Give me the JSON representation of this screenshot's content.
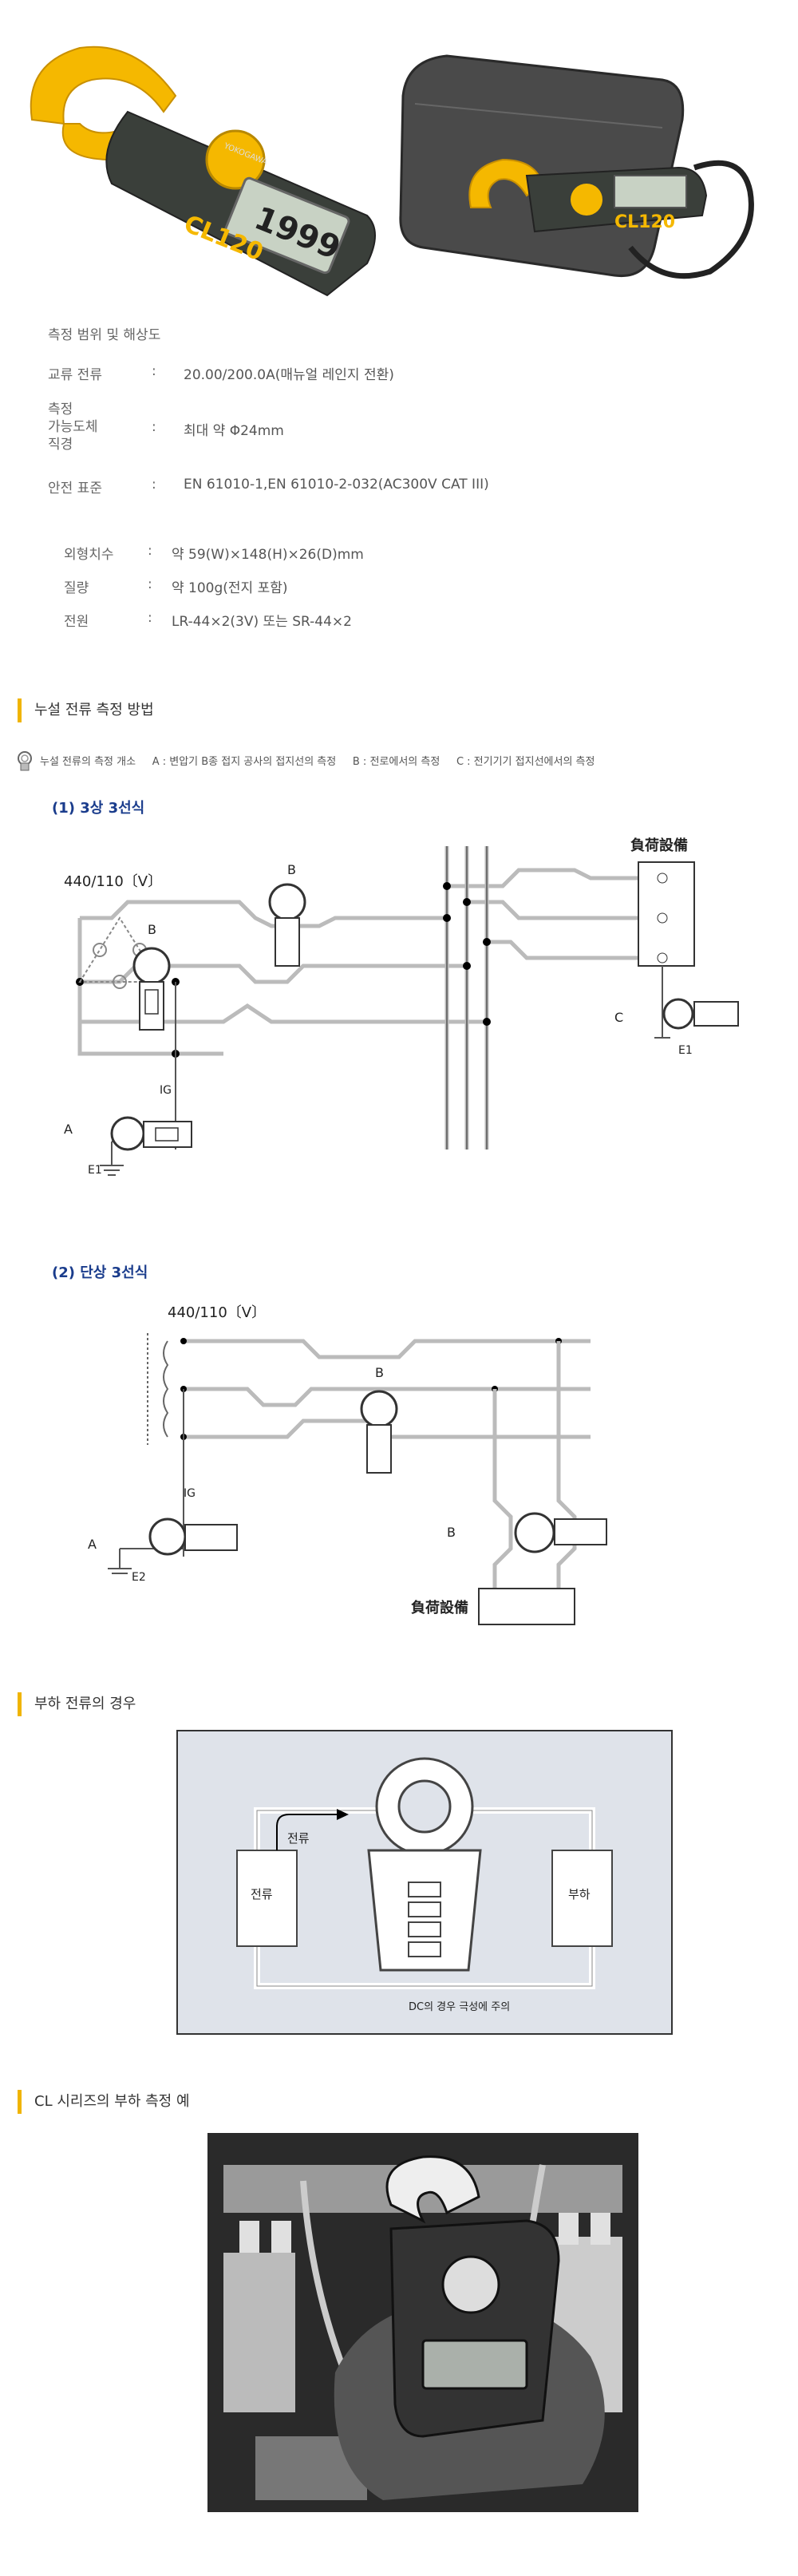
{
  "product": {
    "model": "CL120",
    "brand": "YOKOGAWA",
    "display": "1999"
  },
  "spec_title": "측정 범위 및 해상도",
  "specs": [
    {
      "label": "교류 전류",
      "value": "20.00/200.0A(매뉴얼 레인지 전환)"
    },
    {
      "label": "측정\n가능도체\n직경",
      "value": "최대 약 Φ24mm"
    },
    {
      "label": "안전 표준",
      "value": "EN 61010-1,EN 61010-2-032(AC300V CAT III)"
    }
  ],
  "specs2": [
    {
      "label": "외형치수",
      "value": "약 59(W)×148(H)×26(D)mm"
    },
    {
      "label": "질량",
      "value": "약 100g(전지 포함)"
    },
    {
      "label": "전원",
      "value": "LR-44×2(3V) 또는 SR-44×2"
    }
  ],
  "colon": ":",
  "section1": {
    "title": "누설 전류 측정 방법",
    "legend": "누설 전류의 측정 개소     A : 변압기 B종 접지 공사의 접지선의 측정     B : 전로에서의 측정     C : 전기기기 접지선에서의 측정"
  },
  "diagram1": {
    "title": "(1) 3상 3선식",
    "voltage": "440/110〔V〕",
    "load": "負荷設備",
    "ig": "IG",
    "e1": "E1",
    "e1b": "E1",
    "labels": {
      "a": "A",
      "b1": "B",
      "b2": "B",
      "c": "C"
    }
  },
  "diagram2": {
    "title": "(2) 단상 3선식",
    "voltage": "440/110〔V〕",
    "load": "負荷設備",
    "ig": "IG",
    "e2": "E2",
    "labels": {
      "a": "A",
      "b1": "B",
      "b2": "B"
    }
  },
  "section2": {
    "title": "부하 전류의 경우",
    "current_arrow": "전류",
    "left_box": "전류",
    "right_box": "부하",
    "note": "DC의 경우 극성에 주의"
  },
  "section3": {
    "title": "CL 시리즈의 부하 측정 예"
  }
}
